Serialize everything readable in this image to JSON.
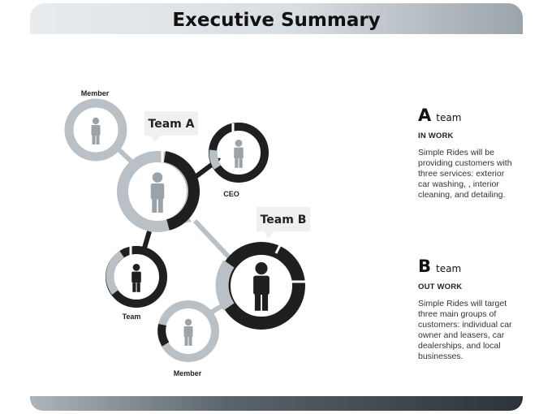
{
  "header": {
    "title": "Executive Summary"
  },
  "diagram": {
    "labels": {
      "member_top": "Member",
      "team_a": "Team A",
      "ceo": "CEO",
      "team_b": "Team B",
      "team": "Team",
      "member_bottom": "Member"
    }
  },
  "panels": [
    {
      "letter": "A",
      "word": "team",
      "subtitle": "IN WORK",
      "body": "Simple Rides will be providing customers with three services: exterior car washing, , interior cleaning, and detailing."
    },
    {
      "letter": "B",
      "word": "team",
      "subtitle": "OUT WORK",
      "body": "Simple Rides will target three main groups of customers: individual car owner and leasers, car dealerships, and local businesses."
    }
  ],
  "colors": {
    "dark": "#1f1f1f",
    "light": "#b9c1c6",
    "person_dark": "#1f1f1f",
    "person_light": "#9aa3a9"
  },
  "icons": [
    "person-icon",
    "arrow-icon"
  ]
}
